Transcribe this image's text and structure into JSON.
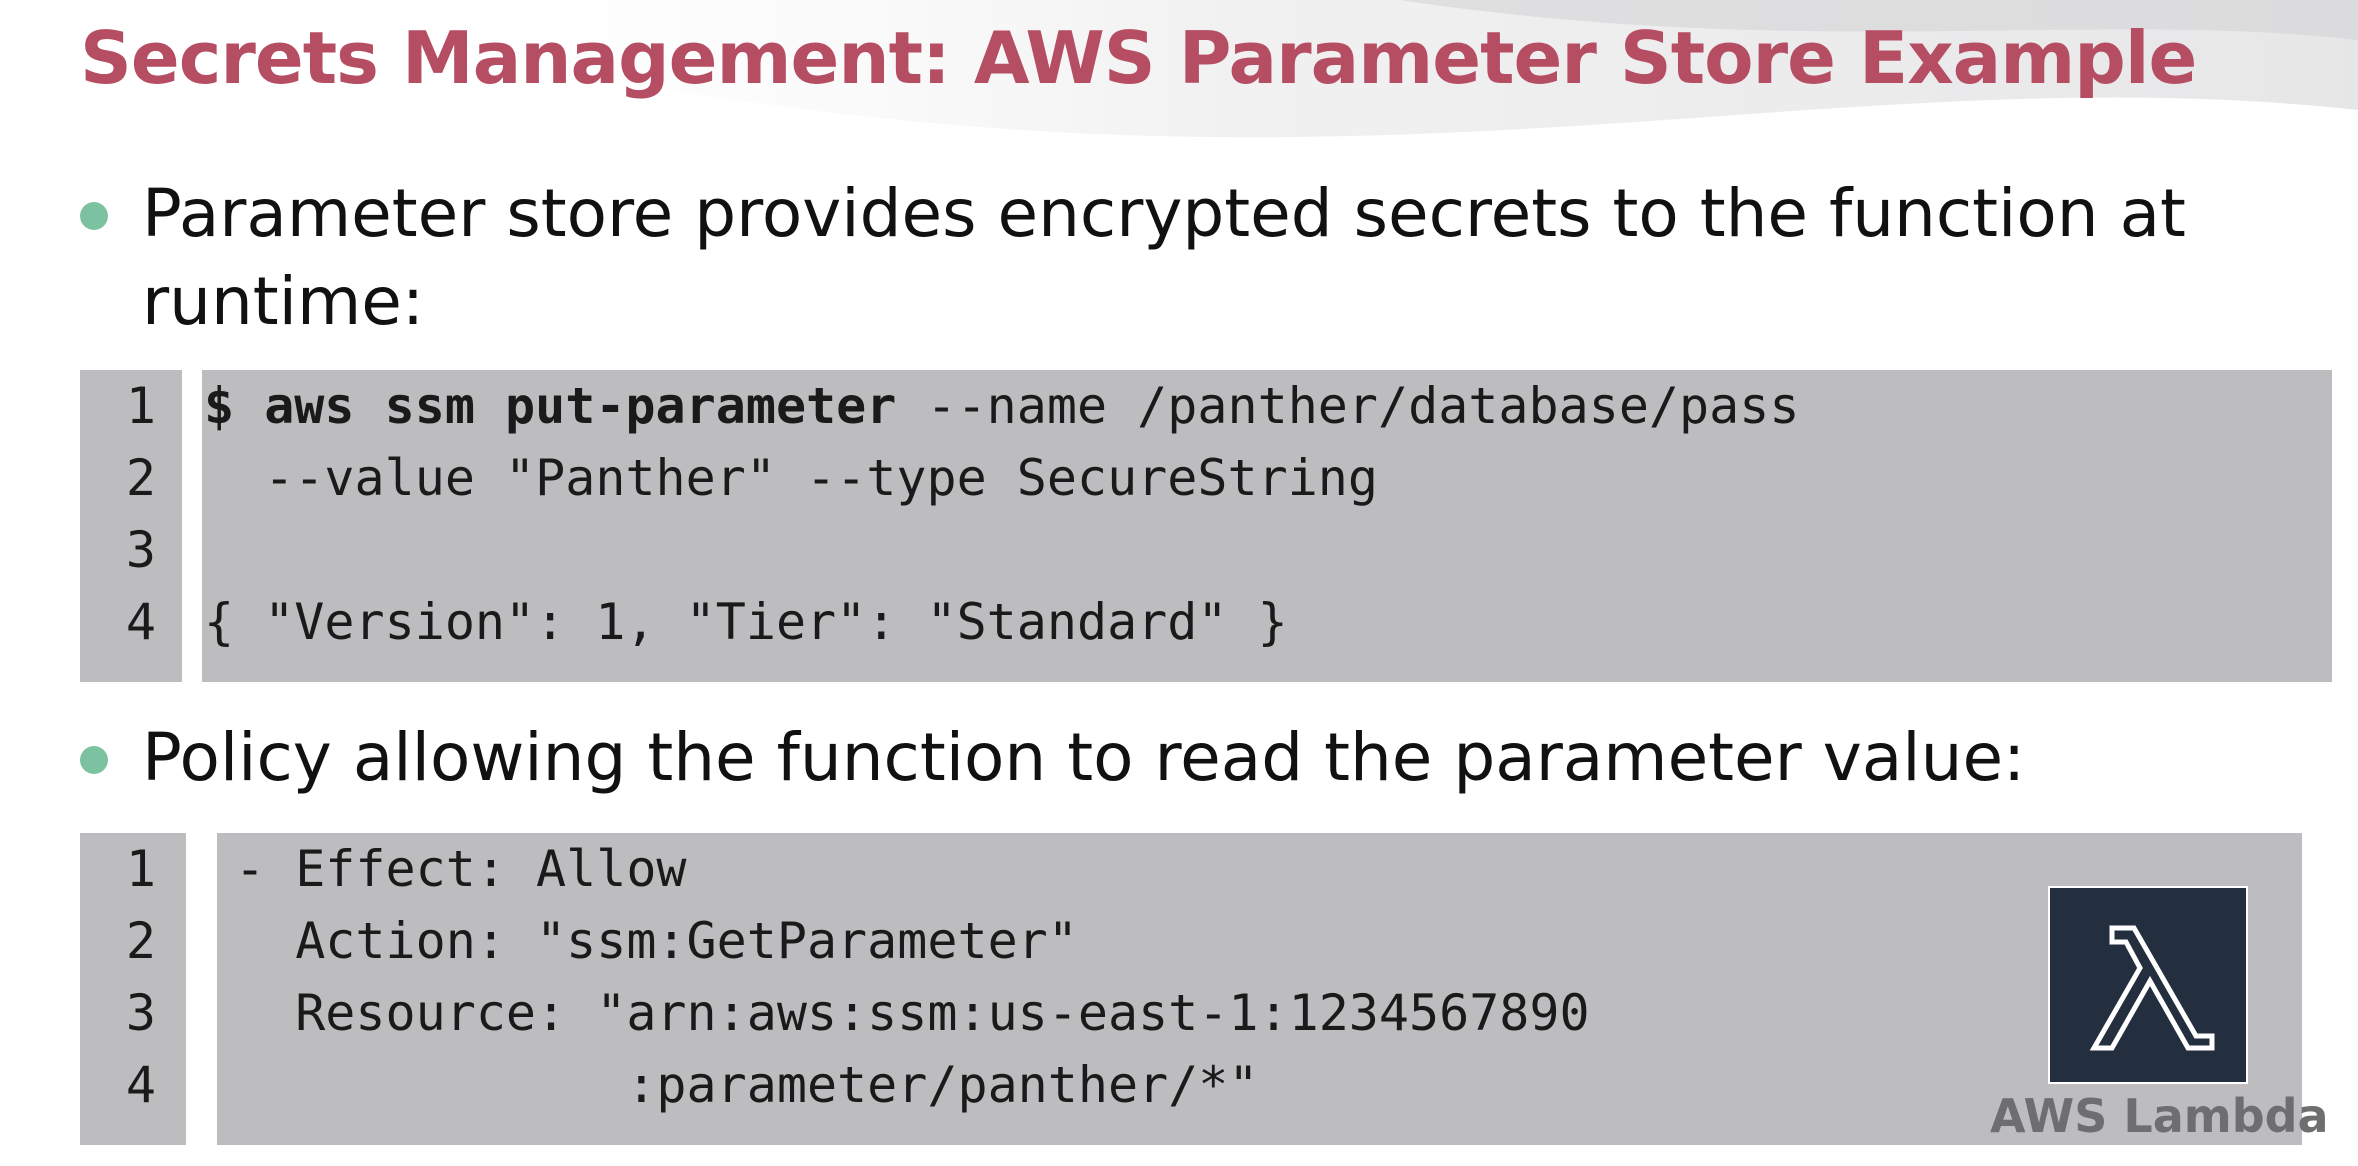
{
  "slide": {
    "title": "Secrets Management: AWS Parameter Store Example"
  },
  "bullets": [
    {
      "text": "Parameter store provides encrypted secrets to the function at runtime:"
    },
    {
      "text": "Policy allowing the function to read the parameter value:"
    }
  ],
  "code_blocks": [
    {
      "lines": [
        {
          "number": "1",
          "prefix": "$ aws ssm put-parameter",
          "rest": " --name /panther/database/pass"
        },
        {
          "number": "2",
          "prefix": "",
          "rest": "  --value \"Panther\" --type SecureString"
        },
        {
          "number": "3",
          "prefix": "",
          "rest": ""
        },
        {
          "number": "4",
          "prefix": "",
          "rest": "{ \"Version\": 1, \"Tier\": \"Standard\" }"
        }
      ]
    },
    {
      "lines": [
        {
          "number": "1",
          "text": "- Effect: Allow"
        },
        {
          "number": "2",
          "text": "  Action: \"ssm:GetParameter\""
        },
        {
          "number": "3",
          "text": "  Resource: \"arn:aws:ssm:us-east-1:1234567890"
        },
        {
          "number": "4",
          "text": "             :parameter/panther/*\""
        }
      ]
    }
  ],
  "logo": {
    "icon": "lambda-icon",
    "caption": "AWS Lambda",
    "background_color": "#232f3e"
  },
  "colors": {
    "title": "#b64e63",
    "bullet_dot": "#7dc2a0",
    "code_background": "#bdbdbf"
  }
}
